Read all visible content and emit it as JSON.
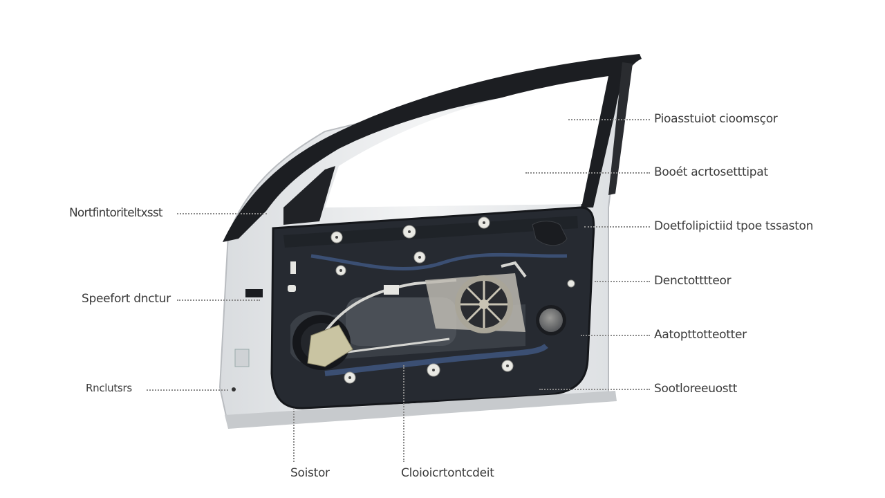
{
  "diagram": {
    "subject": "car-door-inner-panel",
    "colors": {
      "background": "#ffffff",
      "frame_black": "#1c1e22",
      "panel_dark": "#2b3038",
      "panel_blue_stripe": "#3b4f73",
      "door_shell": "#e6e8ea",
      "bolt": "#e9e9e4",
      "speaker_mesh": "#c9c4b4",
      "label_text": "#3a3a3a",
      "leader_line": "#8a8a8a"
    },
    "labels_right": [
      {
        "text": "Pioasstuiot cioomsçor"
      },
      {
        "text": "Booét acrtosetttipat"
      },
      {
        "text": "Doetfolipictiid tpoe tssaston"
      },
      {
        "text": "Denctotttteor"
      },
      {
        "text": "Aatopttotteotter"
      },
      {
        "text": "Sootloreeuostt"
      }
    ],
    "labels_left": [
      {
        "text": "Nortfintoriteltxsst"
      },
      {
        "text": "Speefort dnctur"
      },
      {
        "text": "Rnclutsrs"
      }
    ],
    "labels_bottom": [
      {
        "text": "Soistor"
      },
      {
        "text": "Cloioicrtontcdeit"
      }
    ]
  }
}
